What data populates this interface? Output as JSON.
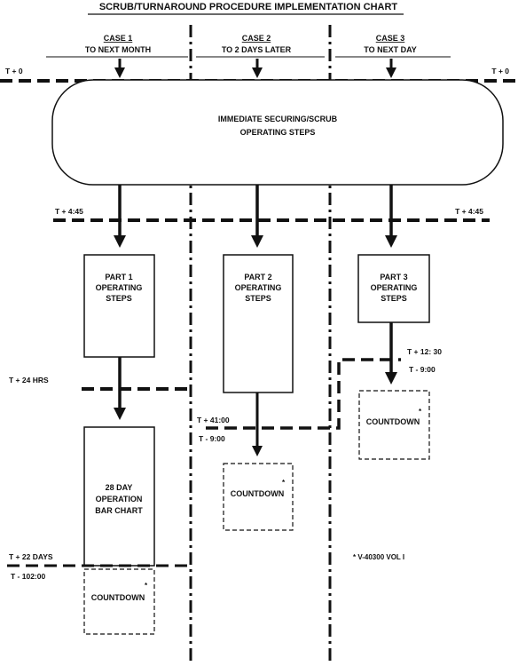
{
  "title": "SCRUB/TURNAROUND PROCEDURE IMPLEMENTATION CHART",
  "colors": {
    "ink": "#111111",
    "paper": "#ffffff"
  },
  "cases": [
    {
      "label": "CASE 1",
      "sub": "TO NEXT MONTH"
    },
    {
      "label": "CASE 2",
      "sub": "TO 2 DAYS LATER"
    },
    {
      "label": "CASE 3",
      "sub": "TO NEXT DAY"
    }
  ],
  "times": {
    "t0_left": "T + 0",
    "t0_right": "T + 0",
    "t445_left": "T + 4:45",
    "t445_right": "T + 4:45",
    "t24": "T + 24 HRS",
    "t22days": "T + 22 DAYS",
    "tminus102": "T - 102:00",
    "t4100": "T + 41:00",
    "tminus900_c2": "T - 9:00",
    "t1230": "T + 12: 30",
    "tminus900_c3": "T - 9:00"
  },
  "boxes": {
    "immediate": [
      "IMMEDIATE SECURING/SCRUB",
      "OPERATING STEPS"
    ],
    "part1": [
      "PART 1",
      "OPERATING",
      "STEPS"
    ],
    "part2": [
      "PART 2",
      "OPERATING",
      "STEPS"
    ],
    "part3": [
      "PART 3",
      "OPERATING",
      "STEPS"
    ],
    "bar_chart": [
      "28 DAY",
      "OPERATION",
      "BAR CHART"
    ],
    "countdown": "COUNTDOWN",
    "asterisk": "*"
  },
  "footnote": "* V-40300 VOL I"
}
